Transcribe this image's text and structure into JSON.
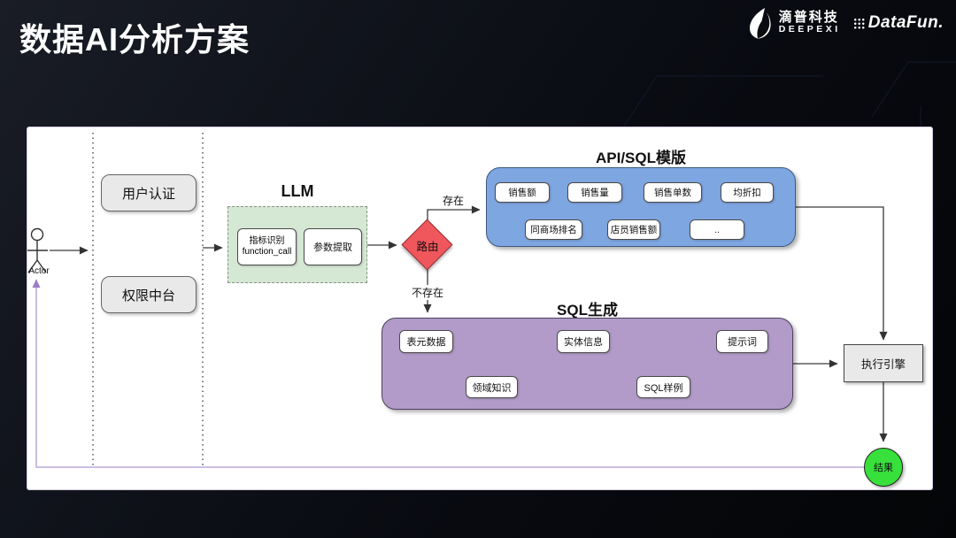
{
  "slide": {
    "title": "数据AI分析方案"
  },
  "branding": {
    "deepexi_name": "滴普科技",
    "deepexi_sub": "DEEPEXI",
    "datafun_name": "DataFun."
  },
  "diagram": {
    "actor_label": "Actor",
    "auth_box_label": "用户认证",
    "permission_box_label": "权限中台",
    "llm": {
      "title": "LLM",
      "metric_line1": "指标识别",
      "metric_line2": "function_call",
      "param_label": "参数提取"
    },
    "router": {
      "label": "路由",
      "branch_exists": "存在",
      "branch_not_exists": "不存在"
    },
    "api_sql": {
      "title": "API/SQL模版",
      "row1": [
        "销售额",
        "销售量",
        "销售单数",
        "均折扣"
      ],
      "row2": [
        "同商场排名",
        "店员销售额",
        ".."
      ]
    },
    "sql_gen": {
      "title": "SQL生成",
      "nodes": [
        "表元数据",
        "领域知识",
        "实体信息",
        "SQL样例",
        "提示词"
      ]
    },
    "engine_label": "执行引擎",
    "result_label": "结果"
  },
  "colors": {
    "page_bg": "#0b0d12",
    "canvas_bg": "#ffffff",
    "api_box_fill": "#7ea6e0",
    "sql_box_fill": "#b29bc8",
    "llm_box_fill": "#d5e8d4",
    "router_fill": "#f0575d",
    "result_fill": "#38e03c",
    "gray_box_fill": "#e9e9e9",
    "connector": "#3a3a3a",
    "return_line": "#ae97cf"
  }
}
